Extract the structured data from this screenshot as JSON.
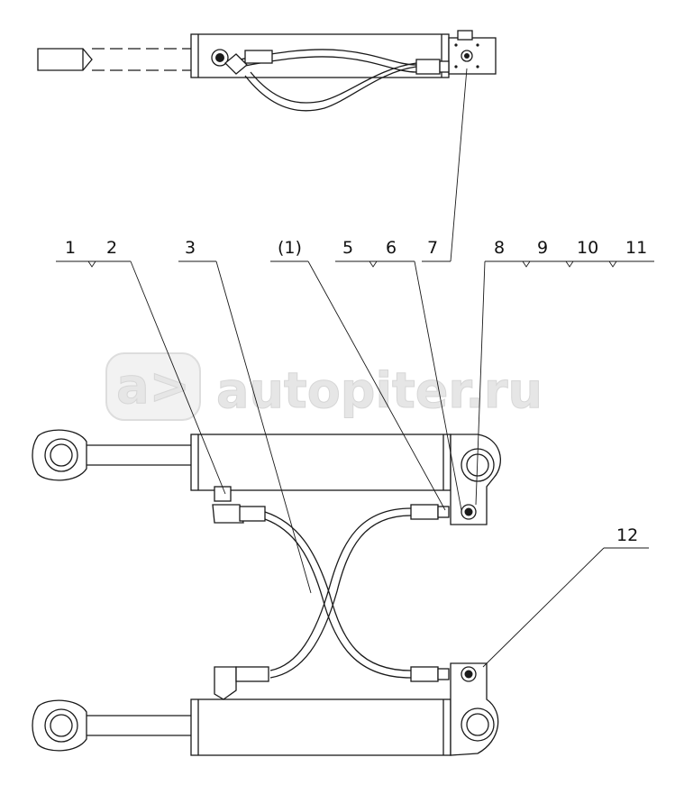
{
  "watermark": {
    "text": "autopiter.ru",
    "logo": "a>"
  },
  "callouts": {
    "c1": "1",
    "c2": "2",
    "c3": "3",
    "c1p": "(1)",
    "c5": "5",
    "c6": "6",
    "c7": "7",
    "c8": "8",
    "c9": "9",
    "c10": "10",
    "c11": "11",
    "c12": "12"
  }
}
